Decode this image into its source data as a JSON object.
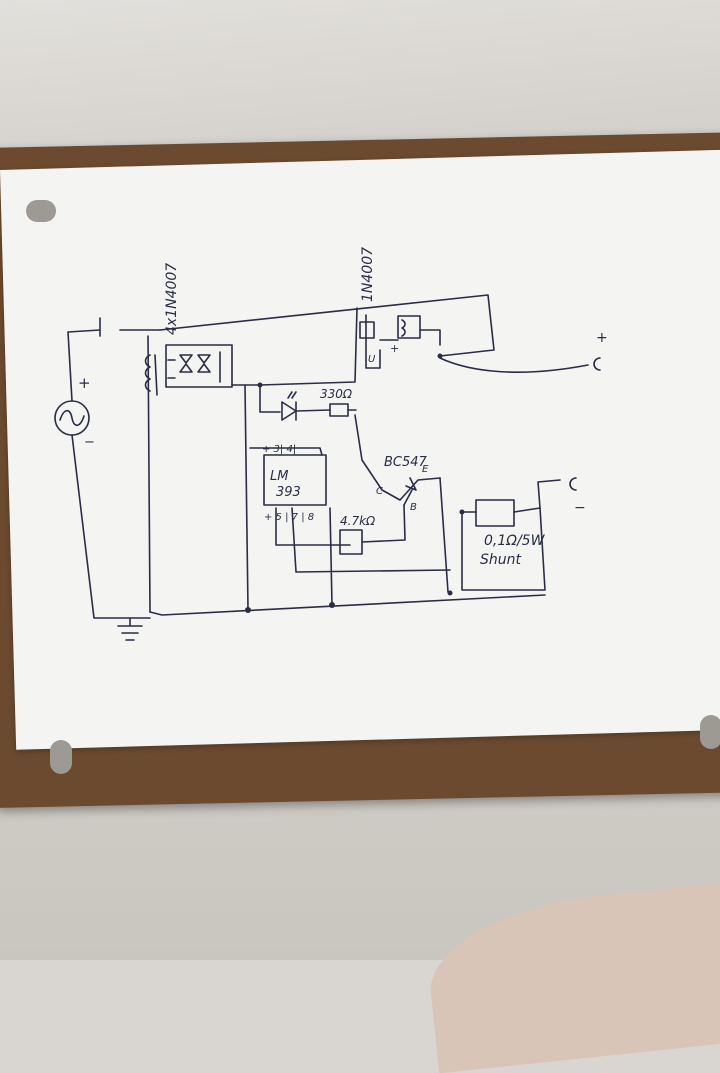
{
  "labels": {
    "bridge_diodes": "4x1N4007",
    "relay_diode": "1N4007",
    "led_resistor": "330Ω",
    "comparator_line1": "LM",
    "comparator_line2": "393",
    "comparator_top_pins": "+ 3| 4|",
    "comparator_bottom_pins": "+ 5 | 7 | 8",
    "pot_resistor": "4.7kΩ",
    "transistor": "BC547",
    "transistor_c": "C",
    "transistor_e": "E",
    "transistor_b": "B",
    "relay_u": "U",
    "relay_plus": "+",
    "ac_plus": "+",
    "ac_minus": "−",
    "out_plus": "+",
    "out_minus": "−",
    "out_c_top": "C",
    "out_c_bottom": "C",
    "shunt_value": "0,1Ω/5W",
    "shunt_label": "Shunt"
  },
  "colors": {
    "ink": "#2a2d45",
    "paper": "#f4f4f2",
    "board": "#6b4a2f"
  }
}
